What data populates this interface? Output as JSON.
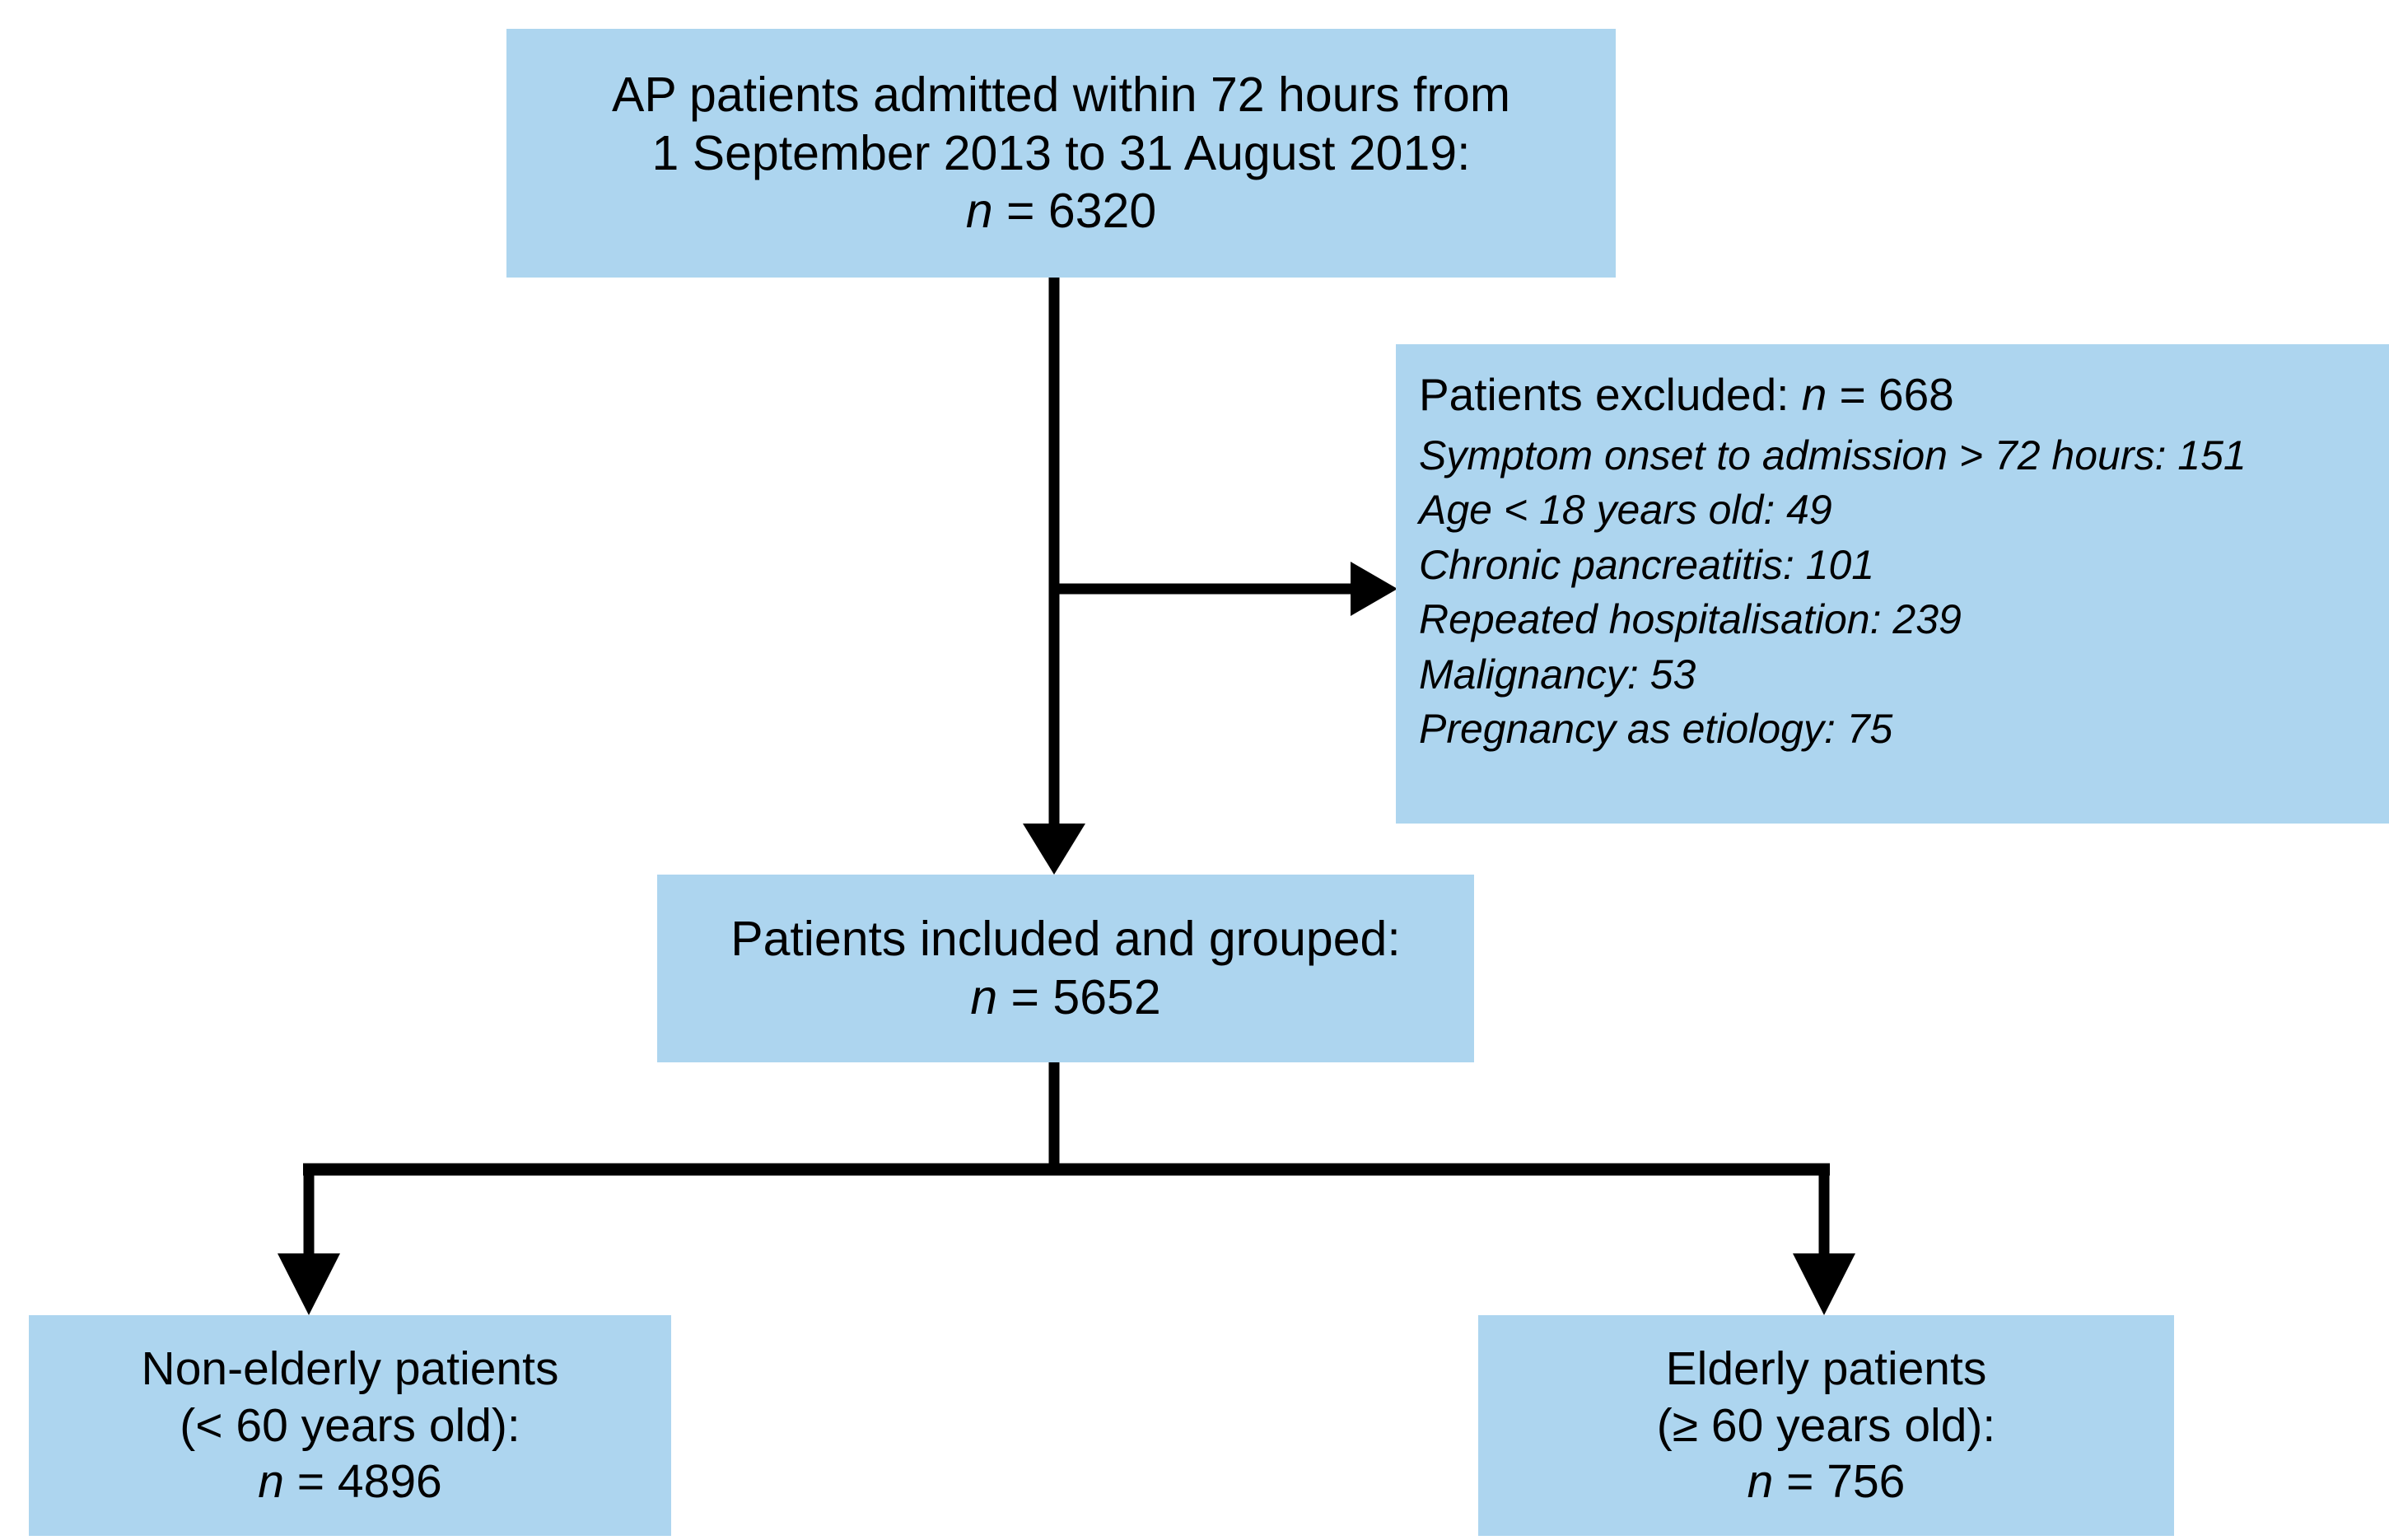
{
  "diagram": {
    "type": "patient-flow-consort",
    "box_color": "#ADD5EF",
    "line_color": "#000000",
    "enrolled": {
      "line1": "AP patients admitted within 72 hours from",
      "line2": "1 September 2013 to 31 August 2019:",
      "n_symbol": "n",
      "n_eq": " = 6320",
      "n_value": 6320
    },
    "excluded": {
      "header_label": "Patients excluded: ",
      "header_symbol": "n",
      "header_eq": " = 668",
      "n_value": 668,
      "reasons": [
        {
          "label": "Symptom onset to admission > 72 hours: 151",
          "value": 151
        },
        {
          "label": "Age < 18 years old: 49",
          "value": 49
        },
        {
          "label": "Chronic pancreatitis: 101",
          "value": 101
        },
        {
          "label": "Repeated hospitalisation: 239",
          "value": 239
        },
        {
          "label": "Malignancy: 53",
          "value": 53
        },
        {
          "label": "Pregnancy as etiology: 75",
          "value": 75
        }
      ]
    },
    "included": {
      "line1": "Patients included and grouped:",
      "n_symbol": "n",
      "n_eq": " = 5652",
      "n_value": 5652
    },
    "groups": [
      {
        "line1": "Non-elderly patients",
        "line2": "(< 60 years old):",
        "n_symbol": "n",
        "n_eq": " = 4896",
        "n_value": 4896
      },
      {
        "line1": "Elderly patients",
        "line2": "(≥ 60 years old):",
        "n_symbol": "n",
        "n_eq": " = 756",
        "n_value": 756
      }
    ]
  }
}
